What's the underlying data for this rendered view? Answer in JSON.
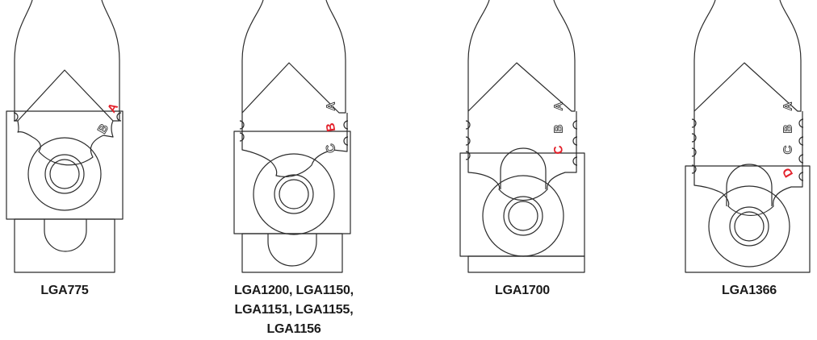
{
  "colors": {
    "line": "#2b2b2b",
    "label_inactive": "#333333",
    "label_active": "#e3202a"
  },
  "diagrams": [
    {
      "caption_lines": [
        "LGA775"
      ],
      "labels": [
        "B",
        "A"
      ],
      "active": "A"
    },
    {
      "caption_lines": [
        "LGA1200, LGA1150,",
        "LGA1151, LGA1155,",
        "LGA1156"
      ],
      "labels": [
        "A",
        "B",
        "C"
      ],
      "active": "B"
    },
    {
      "caption_lines": [
        "LGA1700"
      ],
      "labels": [
        "A",
        "B",
        "C"
      ],
      "active": "C"
    },
    {
      "caption_lines": [
        "LGA1366"
      ],
      "labels": [
        "A",
        "B",
        "C",
        "D"
      ],
      "active": "D"
    }
  ]
}
